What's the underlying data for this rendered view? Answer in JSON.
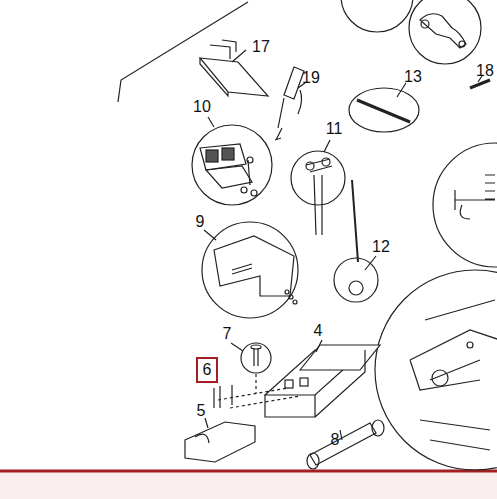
{
  "diagram": {
    "nodes": [
      {
        "text": [
          "6"
        ]
      }
    ],
    "labels": [
      "17",
      "19",
      "13",
      "18",
      "10",
      "11",
      "9",
      "12",
      "7",
      "4",
      "5",
      "8"
    ]
  }
}
